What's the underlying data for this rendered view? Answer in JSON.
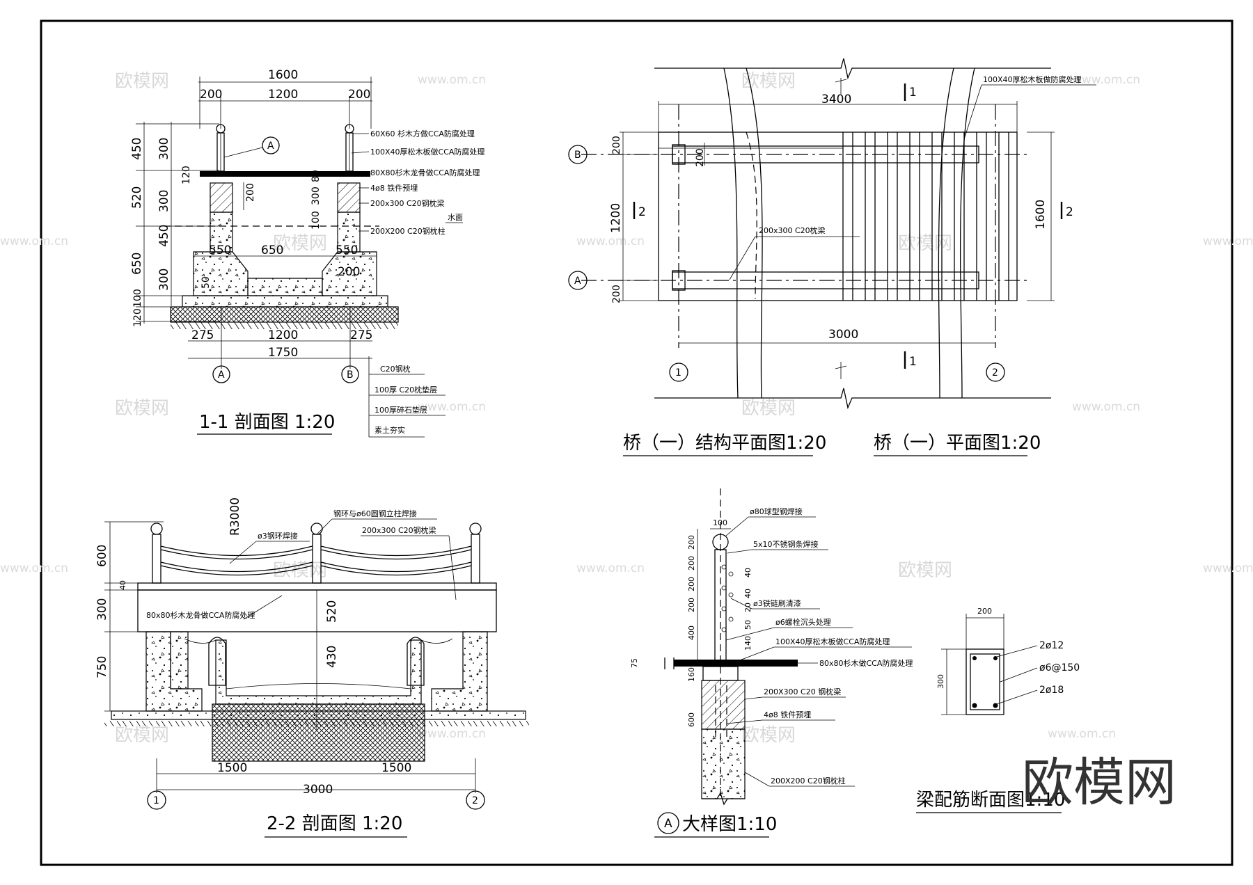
{
  "watermark": {
    "brand": "欧模网",
    "url": "www.om.cn"
  },
  "s11": {
    "title": "1-1  剖面图 1:20",
    "dims": {
      "top": "1600",
      "left": "200",
      "mid": "1200",
      "right": "200",
      "h1": "450",
      "h2": "520",
      "h3": "650",
      "h4": "100",
      "h5": "120",
      "v300a": "300",
      "v120": "120",
      "v300b": "300",
      "v450": "450",
      "v300c": "300",
      "d200": "200",
      "d100": "100",
      "d300": "300",
      "d80": "80",
      "b550l": "550",
      "b650": "650",
      "b550r": "550",
      "b200": "200",
      "b50": "50",
      "bot275l": "275",
      "bot1200": "1200",
      "bot275r": "275",
      "bot1750": "1750"
    },
    "axes": [
      "A",
      "B"
    ],
    "tag": "A",
    "notes": [
      "60X60 杉木方做CCA防腐处理",
      "100X40厚松木板做CCA防腐处理",
      "80X80杉木龙骨做CCA防腐处理",
      "4ø8 铁件预埋",
      "200x300 C20钢枕梁",
      "水面",
      "200X200 C20钢枕柱"
    ],
    "layers": [
      "C20钢枕",
      "100厚 C20枕垫层",
      "100厚碎石垫层",
      "素土夯实"
    ]
  },
  "plan": {
    "title1": "桥（一）结构平面图1:20",
    "title2": "桥（一）平面图1:20",
    "dims": {
      "top3400": "3400",
      "bot3000": "3000",
      "l200a": "200",
      "l1200": "1200",
      "l200b": "200",
      "r1600": "1600",
      "inner200": "200"
    },
    "section1": "1",
    "section2": "2",
    "axes": [
      "B",
      "A",
      "1",
      "2"
    ],
    "beam": "200x300 C20枕梁",
    "note": "100X40厚松木板做防腐处理"
  },
  "s22": {
    "title": "2-2  剖面图  1:20",
    "notes": [
      "R3000",
      "ø3钢环焊接",
      "钢环与ø60圆钢立柱焊接",
      "200x300 C20钢枕梁",
      "80x80杉木龙骨做CCA防腐处理"
    ],
    "dims": {
      "v600": "600",
      "v40": "40",
      "v300": "300",
      "v750": "750",
      "v520": "520",
      "v430": "430",
      "b1500l": "1500",
      "b1500r": "1500",
      "b3000": "3000"
    },
    "axes": [
      "1",
      "2"
    ]
  },
  "detailA": {
    "title": "大样图1:10",
    "tag": "A",
    "notes": [
      "ø80球型钢焊接",
      "5x10不锈钢条焊接",
      "ø3铁链刷清漆",
      "ø6螺栓沉头处理",
      "100X40厚松木板做CCA防腐处理",
      "80x80杉木做CCA防腐处理",
      "200X300 C20 钢枕梁",
      "4ø8 铁件预埋",
      "200X200 C20钢枕柱"
    ],
    "small": [
      "100",
      "200",
      "200",
      "200",
      "200",
      "400",
      "160",
      "600",
      "40",
      "40",
      "20",
      "50",
      "140",
      "75"
    ]
  },
  "beamSec": {
    "title": "梁配筋断面图1:10",
    "w": "200",
    "h": "300",
    "notes": [
      "2ø12",
      "ø6@150",
      "2ø18"
    ]
  }
}
